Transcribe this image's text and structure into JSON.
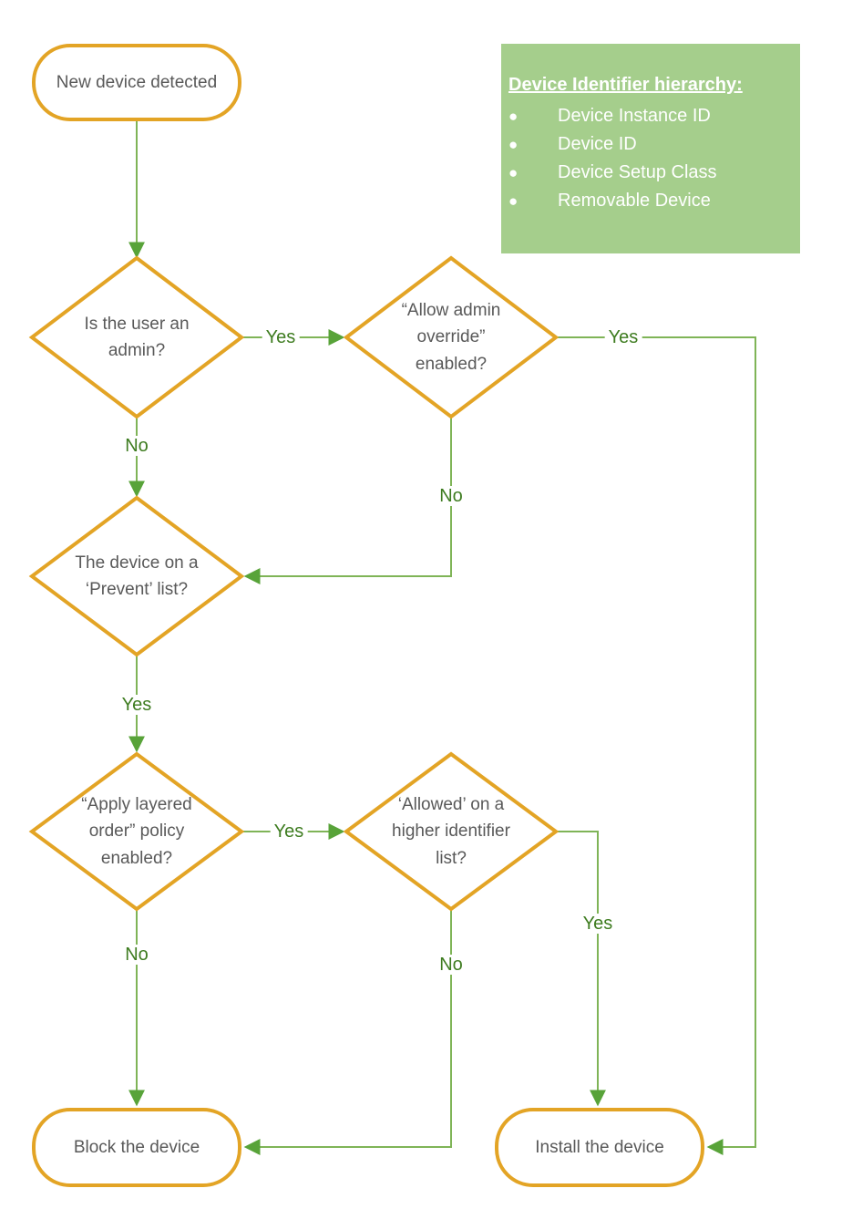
{
  "colors": {
    "shape_border": "#E3A425",
    "shape_text": "#595959",
    "connector": "#7FB457",
    "arrowhead": "#58A339",
    "label_text": "#3E7C20",
    "legend_bg": "#A5CE8C",
    "legend_text": "#FFFFFF"
  },
  "flowchart": {
    "start": "New device detected",
    "decisions": {
      "admin": "Is the user an\nadmin?",
      "override": "“Allow admin\noverride”\nenabled?",
      "prevent": "The device on a\n‘Prevent’ list?",
      "layered": "“Apply layered\norder” policy\nenabled?",
      "allowed": "‘Allowed’ on a\nhigher identifier\nlist?"
    },
    "terminals": {
      "block": "Block the device",
      "install": "Install the device"
    },
    "edge_labels": {
      "admin_yes": "Yes",
      "admin_no": "No",
      "override_yes": "Yes",
      "override_no": "No",
      "prevent_yes": "Yes",
      "layered_yes": "Yes",
      "layered_no": "No",
      "allowed_yes": "Yes",
      "allowed_no": "No"
    },
    "legend": {
      "title": "Device Identifier hierarchy:",
      "items": [
        "Device Instance ID",
        "Device ID",
        "Device Setup Class",
        "Removable Device"
      ]
    }
  }
}
